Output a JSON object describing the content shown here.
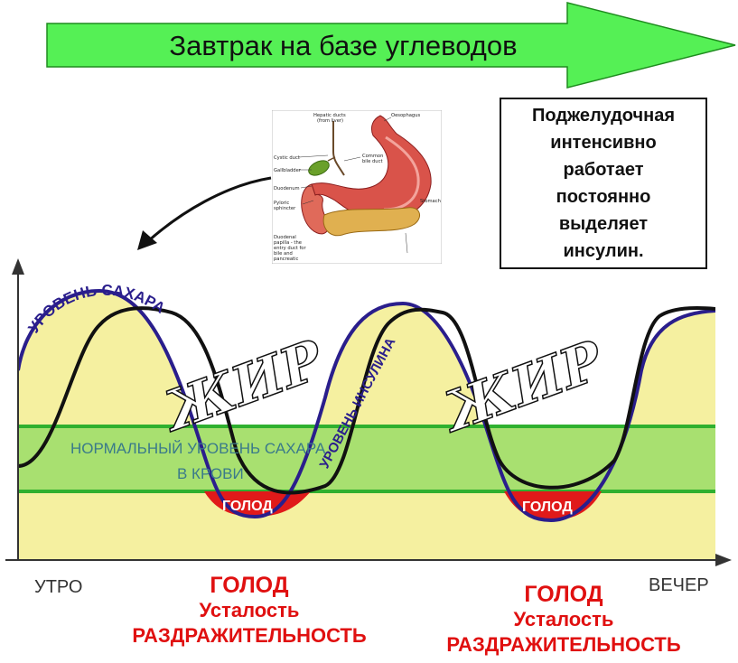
{
  "header": {
    "title": "Завтрак на базе углеводов",
    "arrow_color": "#55f055"
  },
  "info_box": {
    "lines": [
      "Поджелудочная",
      "интенсивно",
      "работает",
      "постоянно",
      "выделяет",
      "инсулин."
    ]
  },
  "anatomy": {
    "labels": {
      "hepatic": "Hepatic ducts",
      "hepatic2": "(from liver)",
      "oesophagus": "Oesophagus",
      "cystic": "Cystic duct",
      "common": "Common",
      "common2": "bile duct",
      "gallbladder": "Gallbladder",
      "duodenum": "Duodenum",
      "pyloric": "Pyloric",
      "pyloric2": "sphincter",
      "stomach": "Stomach",
      "papilla1": "Duodenal",
      "papilla2": "papilla - the",
      "papilla3": "entry duct for",
      "papilla4": "bile and",
      "papilla5": "pancreatic"
    }
  },
  "graph": {
    "sugar_curve_label": "УРОВЕНЬ САХАРА",
    "insulin_curve_label": "УРОВЕНЬ ИНСУЛИНА",
    "normal_band_label_1": "НОРМАЛЬНЫЙ УРОВЕНЬ САХАРА",
    "normal_band_label_2": "В КРОВИ",
    "fat_label": "ЖИР",
    "hunger_label": "ГОЛОД",
    "x_start": "УТРО",
    "x_end": "ВЕЧЕР",
    "colors": {
      "sugar_fill": "#f5f0a0",
      "normal_band": "#a8e070",
      "band_lines": "#2fb02f",
      "sugar_line": "#2a1e8c",
      "insulin_line": "#111111",
      "hunger_fill": "#e01a1a"
    }
  },
  "callouts": [
    {
      "line1": "ГОЛОД",
      "line2": "Усталость",
      "line3": "РАЗДРАЖИТЕЛЬНОСТЬ"
    },
    {
      "line1": "ГОЛОД",
      "line2": "Усталость",
      "line3": "РАЗДРАЖИТЕЛЬНОСТЬ"
    }
  ]
}
